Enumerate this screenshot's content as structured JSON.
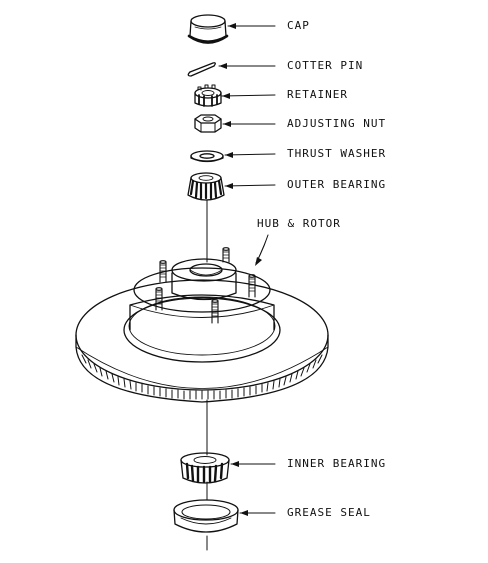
{
  "labels": {
    "cap": "CAP",
    "cotter_pin": "COTTER PIN",
    "retainer": "RETAINER",
    "adjusting_nut": "ADJUSTING NUT",
    "thrust_washer": "THRUST WASHER",
    "outer_bearing": "OUTER BEARING",
    "hub_rotor": "HUB & ROTOR",
    "inner_bearing": "INNER BEARING",
    "grease_seal": "GREASE SEAL"
  },
  "colors": {
    "ink": "#111111",
    "background": "#ffffff"
  }
}
